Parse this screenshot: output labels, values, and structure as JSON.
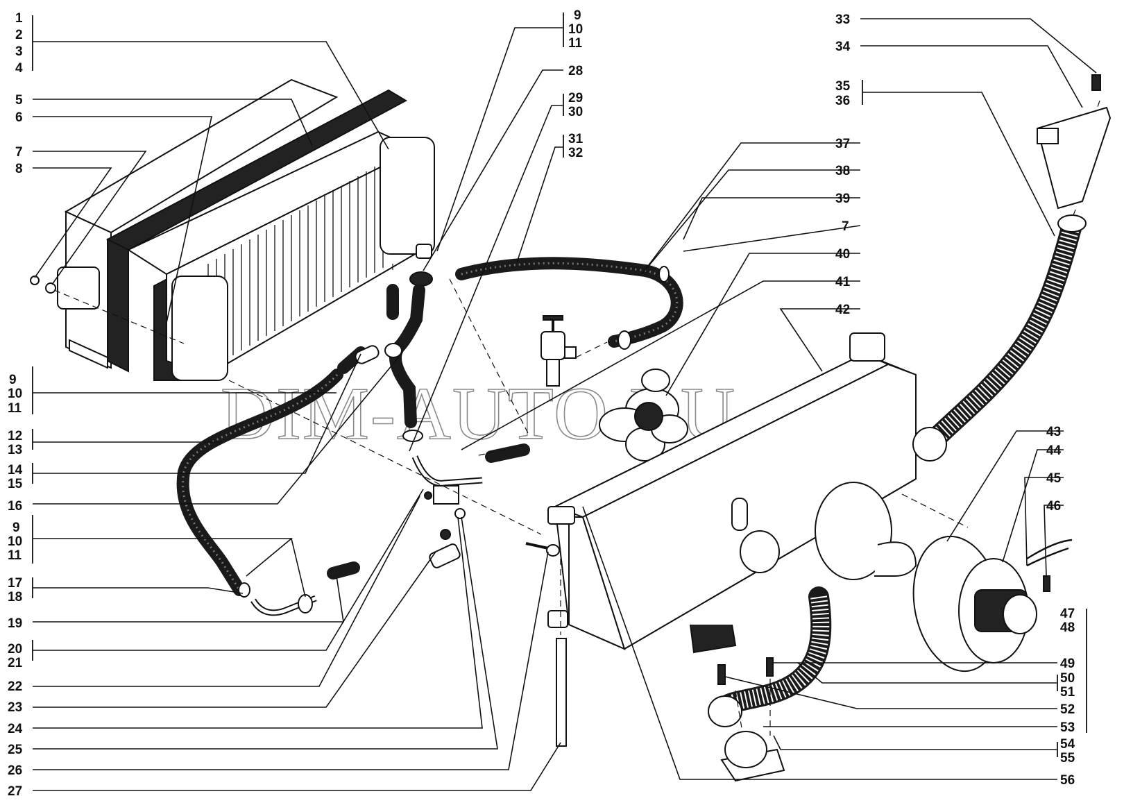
{
  "watermark": "DIM-AUTO.RU",
  "callouts": {
    "left": [
      "1",
      "2",
      "3",
      "4",
      "5",
      "6",
      "7",
      "8",
      "9",
      "10",
      "11",
      "12",
      "13",
      "14",
      "15",
      "16",
      "9",
      "10",
      "11",
      "17",
      "18",
      "19",
      "20",
      "21",
      "22",
      "23",
      "24",
      "25",
      "26",
      "27"
    ],
    "top": [
      "9",
      "10",
      "11",
      "28",
      "29",
      "30",
      "31",
      "32"
    ],
    "right": [
      "33",
      "34",
      "35",
      "36",
      "37",
      "38",
      "39",
      "7",
      "40",
      "41",
      "42",
      "43",
      "44",
      "45",
      "46",
      "47",
      "48",
      "49",
      "50",
      "51",
      "52",
      "53",
      "54",
      "55",
      "56"
    ]
  }
}
